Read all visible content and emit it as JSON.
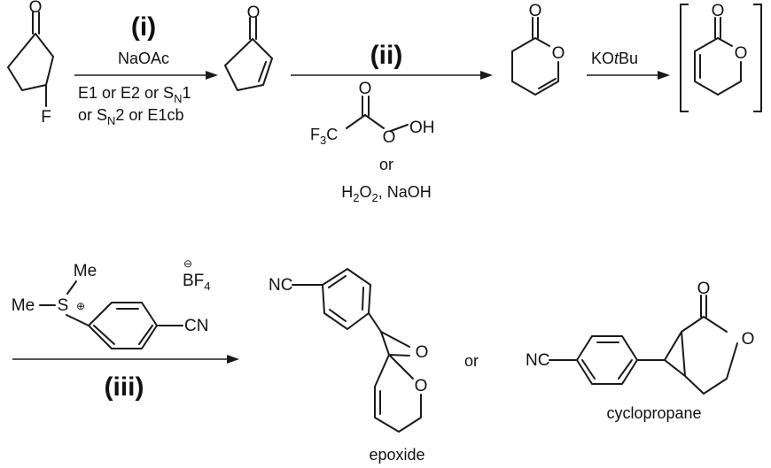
{
  "steps": {
    "i": {
      "label": "(i)",
      "reagent": "NaOAc",
      "mech_1a": "E1 or E2 or S",
      "mech_1b": "N",
      "mech_1c": "1",
      "mech_2a": "or S",
      "mech_2b": "N",
      "mech_2c": "2 or E1cb"
    },
    "ii": {
      "label": "(ii)",
      "or_text": "or",
      "alt_a": "H",
      "alt_b": "2",
      "alt_c": "O",
      "alt_d": "2",
      "alt_e": ", NaOH"
    },
    "kotbu": {
      "a": "KO",
      "b": "t",
      "c": "Bu"
    },
    "iii": {
      "label": "(iii)"
    }
  },
  "atoms": {
    "O": "O",
    "F": "F",
    "F3C_a": "F",
    "F3C_b": "3",
    "F3C_c": "C",
    "OH": "OH",
    "Me": "Me",
    "S": "S",
    "plus": "⊕",
    "minus": "⊖",
    "BF4_a": "BF",
    "BF4_b": "4",
    "CN": "CN",
    "NC": "NC"
  },
  "captions": {
    "or": "or",
    "epoxide": "epoxide",
    "cyclopropane": "cyclopropane"
  }
}
